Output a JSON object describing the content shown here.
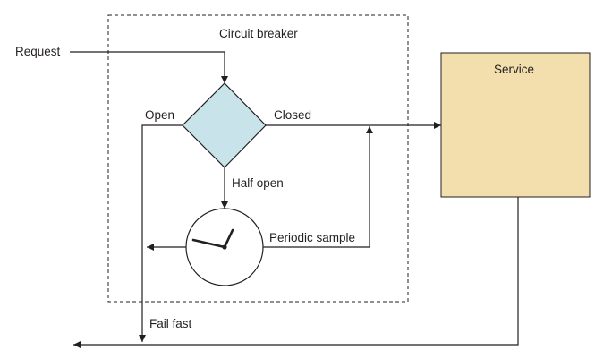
{
  "diagram": {
    "labels": {
      "request": "Request",
      "circuit_breaker": "Circuit breaker",
      "service": "Service",
      "open": "Open",
      "closed": "Closed",
      "half_open": "Half open",
      "periodic_sample": "Periodic sample",
      "fail_fast": "Fail fast"
    },
    "colors": {
      "decision_fill": "#c9e3ea",
      "service_fill": "#f3dfad",
      "line": "#231f20",
      "boundary": "#231f20"
    },
    "icons": {
      "timer": "clock-icon"
    }
  }
}
